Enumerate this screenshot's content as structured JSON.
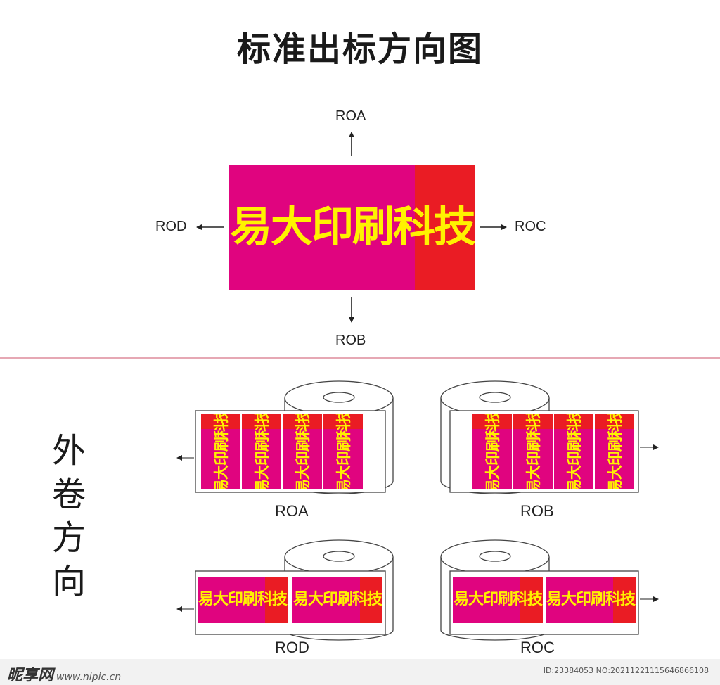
{
  "title": "标准出标方向图",
  "label_text": "易大印刷科技",
  "label_text_split": [
    "易大印刷科",
    "技"
  ],
  "directions": {
    "top": "ROA",
    "bottom": "ROB",
    "left": "ROD",
    "right": "ROC"
  },
  "side_title": [
    "外",
    "卷",
    "方",
    "向"
  ],
  "roll_captions": [
    "ROA",
    "ROB",
    "ROD",
    "ROC"
  ],
  "colors": {
    "magenta": "#e0047f",
    "red": "#ea1c24",
    "yellow": "#fff200",
    "divider": "#e6a8b4"
  },
  "watermark": {
    "brand": "昵享网",
    "site": "www.nipic.cn",
    "id_text": "ID:23384053 NO:20211221115646866108"
  }
}
